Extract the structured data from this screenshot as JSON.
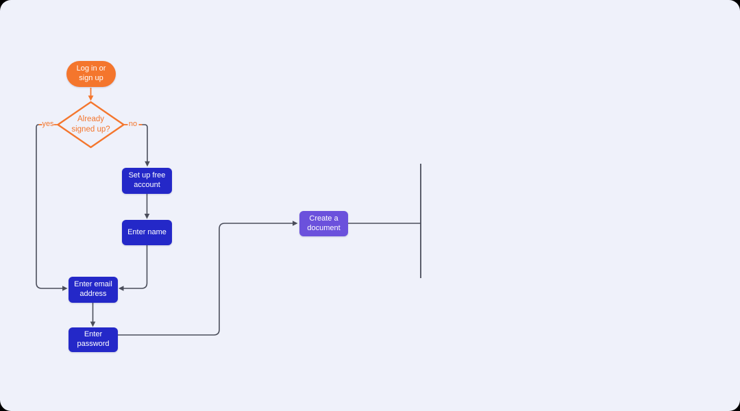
{
  "canvas": {
    "background": "#EFF1FA",
    "frame_background": "#000000"
  },
  "colors": {
    "orange": "#F4762D",
    "blue": "#2428C8",
    "purple": "#6B51DC",
    "connector": "#4A4D5A",
    "node_text": "#FFFFFF"
  },
  "nodes": {
    "login": {
      "label": "Log in or\nsign up"
    },
    "already_signed_up": {
      "label": "Already\nsigned up?"
    },
    "setup_account": {
      "label": "Set up free\naccount"
    },
    "enter_name": {
      "label": "Enter name"
    },
    "enter_email": {
      "label": "Enter email\naddress"
    },
    "enter_password": {
      "label": "Enter\npassword"
    },
    "create_document": {
      "label": "Create a\ndocument"
    }
  },
  "edges": {
    "yes_label": "yes",
    "no_label": "no"
  }
}
